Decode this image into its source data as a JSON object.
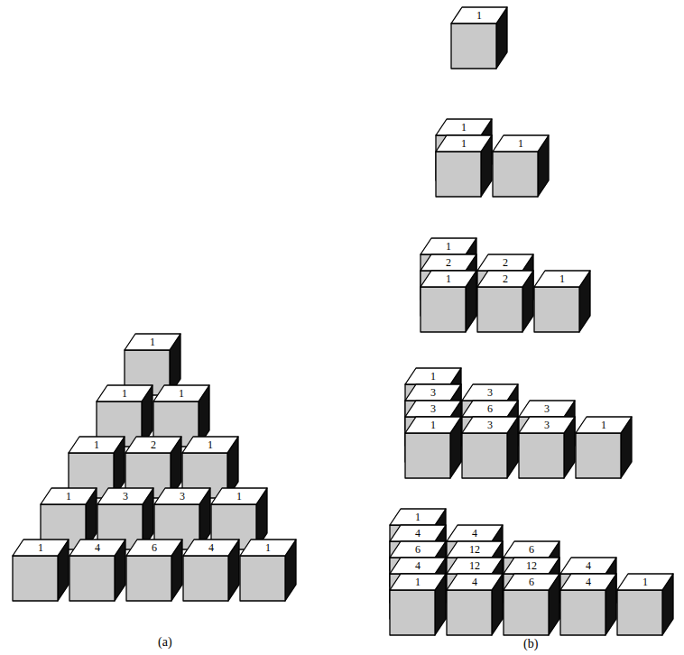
{
  "diagram": {
    "nodes": [
      {
        "text": [
          "1"
        ]
      },
      {
        "text": [
          "1"
        ]
      },
      {
        "text": [
          "1"
        ]
      },
      {
        "text": [
          "1"
        ]
      },
      {
        "text": [
          "2"
        ]
      },
      {
        "text": [
          "1"
        ]
      },
      {
        "text": [
          "1"
        ]
      },
      {
        "text": [
          "3"
        ]
      },
      {
        "text": [
          "3"
        ]
      },
      {
        "text": [
          "1"
        ]
      },
      {
        "text": [
          "1"
        ]
      },
      {
        "text": [
          "4"
        ]
      },
      {
        "text": [
          "6"
        ]
      },
      {
        "text": [
          "4"
        ]
      },
      {
        "text": [
          "1"
        ]
      },
      {
        "text": [
          "1"
        ]
      },
      {
        "text": [
          "1"
        ]
      },
      {
        "text": [
          "1"
        ]
      },
      {
        "text": [
          "1"
        ]
      },
      {
        "text": [
          "1"
        ]
      },
      {
        "text": [
          "2"
        ]
      },
      {
        "text": [
          "2"
        ]
      },
      {
        "text": [
          "1"
        ]
      },
      {
        "text": [
          "2"
        ]
      },
      {
        "text": [
          "1"
        ]
      },
      {
        "text": [
          "1"
        ]
      },
      {
        "text": [
          "3"
        ]
      },
      {
        "text": [
          "3"
        ]
      },
      {
        "text": [
          "3"
        ]
      },
      {
        "text": [
          "6"
        ]
      },
      {
        "text": [
          "3"
        ]
      },
      {
        "text": [
          "1"
        ]
      },
      {
        "text": [
          "3"
        ]
      },
      {
        "text": [
          "3"
        ]
      },
      {
        "text": [
          "1"
        ]
      },
      {
        "text": [
          "1"
        ]
      },
      {
        "text": [
          "4"
        ]
      },
      {
        "text": [
          "4"
        ]
      },
      {
        "text": [
          "6"
        ]
      },
      {
        "text": [
          "12"
        ]
      },
      {
        "text": [
          "6"
        ]
      },
      {
        "text": [
          "4"
        ]
      },
      {
        "text": [
          "12"
        ]
      },
      {
        "text": [
          "12"
        ]
      },
      {
        "text": [
          "4"
        ]
      },
      {
        "text": [
          "1"
        ]
      },
      {
        "text": [
          "4"
        ]
      },
      {
        "text": [
          "6"
        ]
      },
      {
        "text": [
          "4"
        ]
      },
      {
        "text": [
          "1"
        ]
      }
    ],
    "labels": [
      "(a)",
      "(b)"
    ]
  }
}
